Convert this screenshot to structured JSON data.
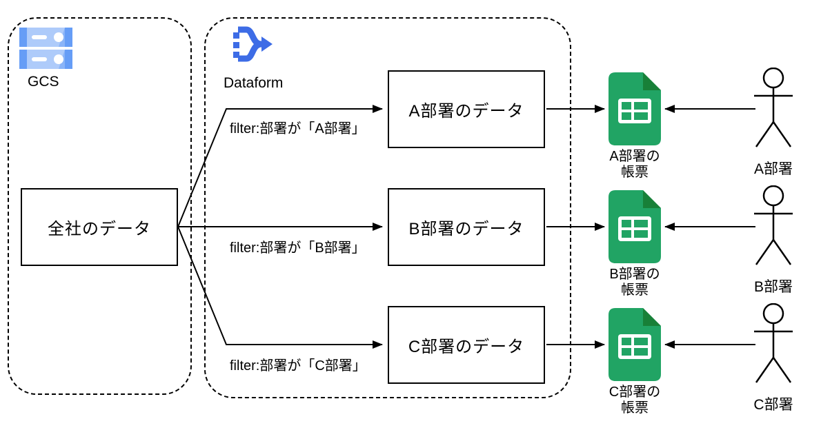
{
  "gcs": {
    "label": "GCS",
    "icon": "cloud-storage-icon"
  },
  "dataform": {
    "label": "Dataform",
    "icon": "dataform-branch-arrow-icon"
  },
  "source_box": {
    "label": "全社のデータ"
  },
  "rows": [
    {
      "filter": "filter:部署が「A部署」",
      "box": "A部署のデータ",
      "sheet_line1": "A部署の",
      "sheet_line2": "帳票",
      "person": "A部署"
    },
    {
      "filter": "filter:部署が「B部署」",
      "box": "B部署のデータ",
      "sheet_line1": "B部署の",
      "sheet_line2": "帳票",
      "person": "B部署"
    },
    {
      "filter": "filter:部署が「C部署」",
      "box": "C部署のデータ",
      "sheet_line1": "C部署の",
      "sheet_line2": "帳票",
      "person": "C部署"
    }
  ],
  "colors": {
    "line": "#000000",
    "dataform_blue": "#3D6CE6",
    "gcs_light": "#AECBFA",
    "gcs_dark": "#669DF6",
    "gcs_mid": "#8AB4F8",
    "sheets_green": "#21A464",
    "sheets_fold": "#188038"
  }
}
